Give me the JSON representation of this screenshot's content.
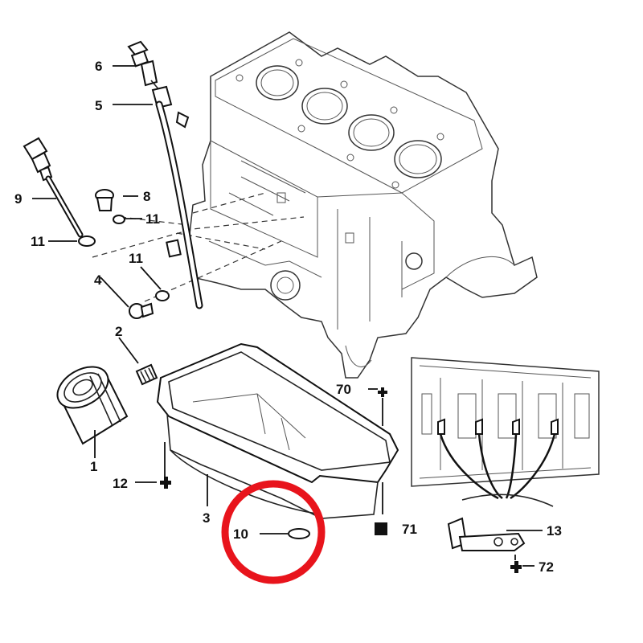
{
  "labels": {
    "l1": "1",
    "l2": "2",
    "l3": "3",
    "l4": "4",
    "l5": "5",
    "l6": "6",
    "l8": "8",
    "l9": "9",
    "l10": "10",
    "l11a": "11",
    "l11b": "11",
    "l11c": "11",
    "l12": "12",
    "l13": "13",
    "l70": "70",
    "l71": "71",
    "l72": "72"
  },
  "colors": {
    "highlight": "#e8141c",
    "ink": "#111111"
  },
  "icons": {
    "plus_markers": "plus-cross-icon",
    "square_marker": "filled-square-icon",
    "highlight": "red-circle-highlight"
  }
}
